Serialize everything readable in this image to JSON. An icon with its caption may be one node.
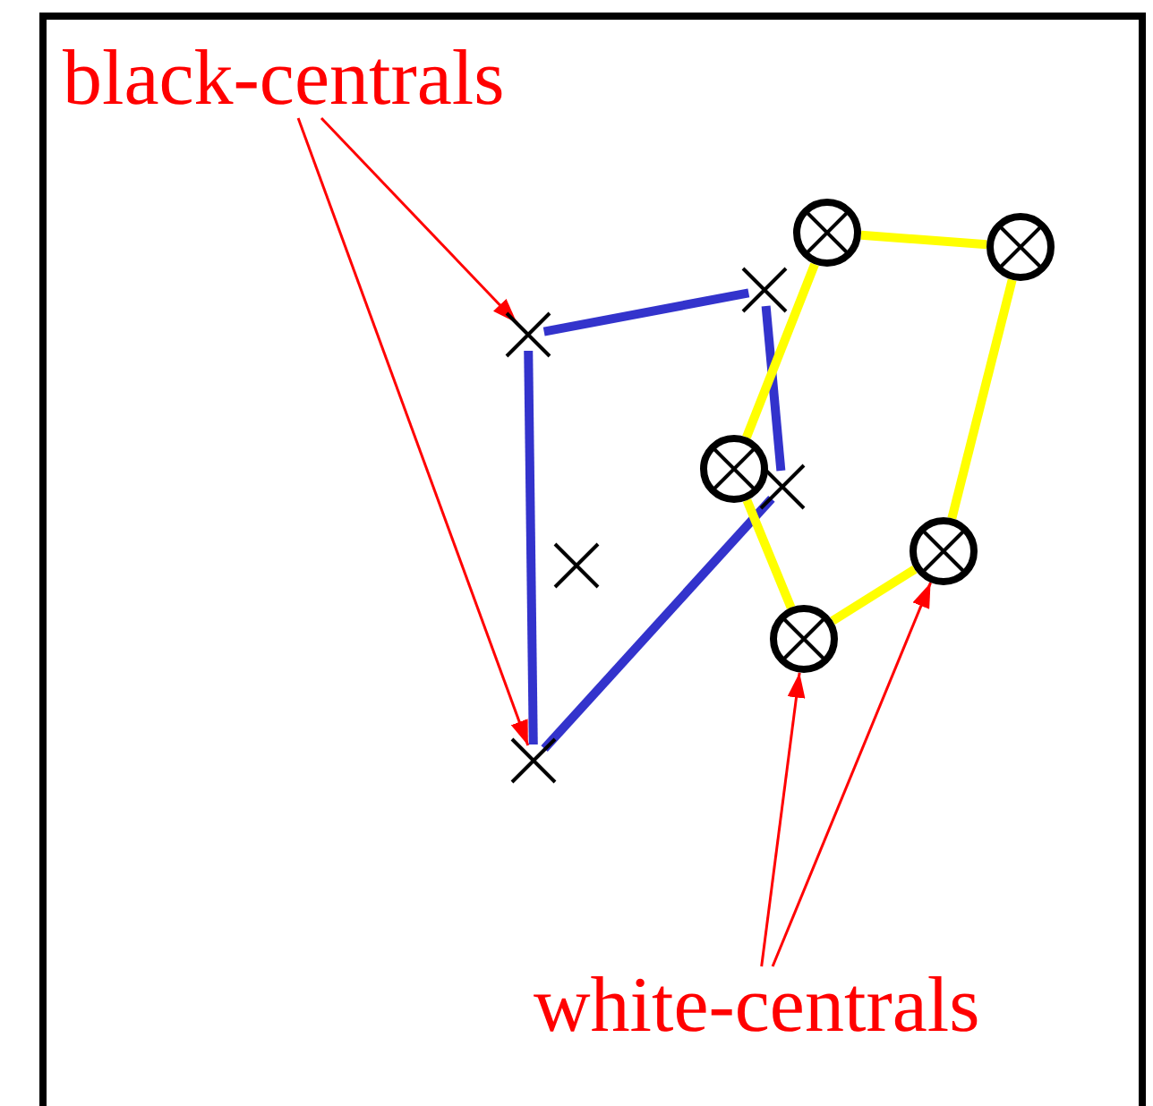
{
  "diagram": {
    "nodes": [
      {
        "text": [
          "black-centrals"
        ]
      },
      {
        "text": [],
        "shape": "cross"
      },
      {
        "text": [],
        "shape": "cross"
      },
      {
        "text": [],
        "shape": "cross"
      },
      {
        "text": [],
        "shape": "cross"
      },
      {
        "text": [],
        "shape": "cross"
      },
      {
        "text": [],
        "shape": "circle"
      },
      {
        "text": [],
        "shape": "circle"
      },
      {
        "text": [],
        "shape": "circle"
      },
      {
        "text": [],
        "shape": "circle"
      },
      {
        "text": [],
        "shape": "circle"
      },
      {
        "text": [
          "white-centrals"
        ]
      }
    ],
    "edges": [
      {
        "from": 0,
        "to": 1,
        "arrow": "to",
        "color": "#ff0000"
      },
      {
        "from": 0,
        "to": 4,
        "arrow": "to",
        "color": "#ff0000"
      },
      {
        "from": 1,
        "to": 2,
        "arrow": "none",
        "color": "#3333cc"
      },
      {
        "from": 2,
        "to": 3,
        "arrow": "none",
        "color": "#3333cc"
      },
      {
        "from": 3,
        "to": 4,
        "arrow": "none",
        "color": "#3333cc"
      },
      {
        "from": 4,
        "to": 1,
        "arrow": "none",
        "color": "#3333cc"
      },
      {
        "from": 6,
        "to": 7,
        "arrow": "none",
        "color": "#ffff00"
      },
      {
        "from": 7,
        "to": 9,
        "arrow": "none",
        "color": "#ffff00"
      },
      {
        "from": 9,
        "to": 10,
        "arrow": "none",
        "color": "#ffff00"
      },
      {
        "from": 10,
        "to": 8,
        "arrow": "none",
        "color": "#ffff00"
      },
      {
        "from": 8,
        "to": 6,
        "arrow": "none",
        "color": "#ffff00"
      },
      {
        "from": 11,
        "to": 10,
        "arrow": "to",
        "color": "#ff0000"
      },
      {
        "from": 11,
        "to": 9,
        "arrow": "to",
        "color": "#ff0000"
      }
    ]
  }
}
